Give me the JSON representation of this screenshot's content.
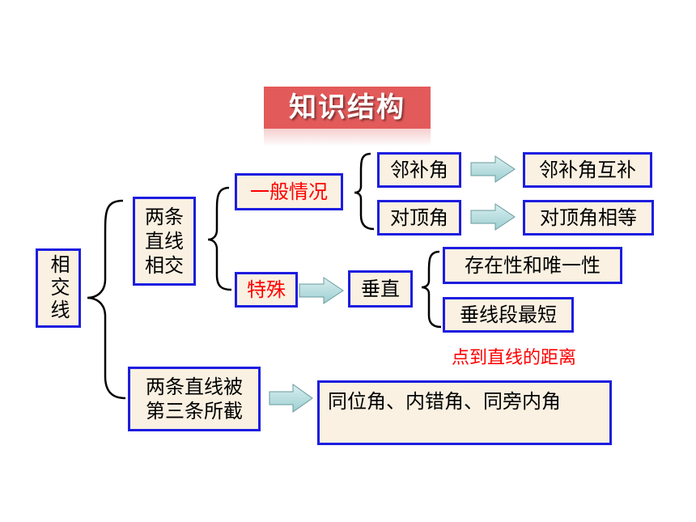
{
  "title": "知识结构",
  "root": "相交线",
  "branch_intersect": "两条直线相交",
  "branch_intersect_lines": [
    "两条",
    "直线",
    "相交"
  ],
  "general_case": "一般情况",
  "adjacent_supplementary": "邻补角",
  "adjacent_supplementary_result": "邻补角互补",
  "vertical_angles": "对顶角",
  "vertical_angles_result": "对顶角相等",
  "special_case": "特殊",
  "perpendicular": "垂直",
  "existence_uniqueness": "存在性和唯一性",
  "shortest_perpendicular": "垂线段最短",
  "point_line_distance": "点到直线的距离",
  "branch_transversal_lines": [
    "两条直线被",
    "第三条所截"
  ],
  "transversal_angles": "同位角、内错角、同旁内角",
  "colors": {
    "box_border": "#1d1de0",
    "box_fill": "#faf1e2",
    "arrow_fill": "#b7dedf",
    "title_bg": "#e35a5a",
    "highlight_text": "#ff0000"
  }
}
